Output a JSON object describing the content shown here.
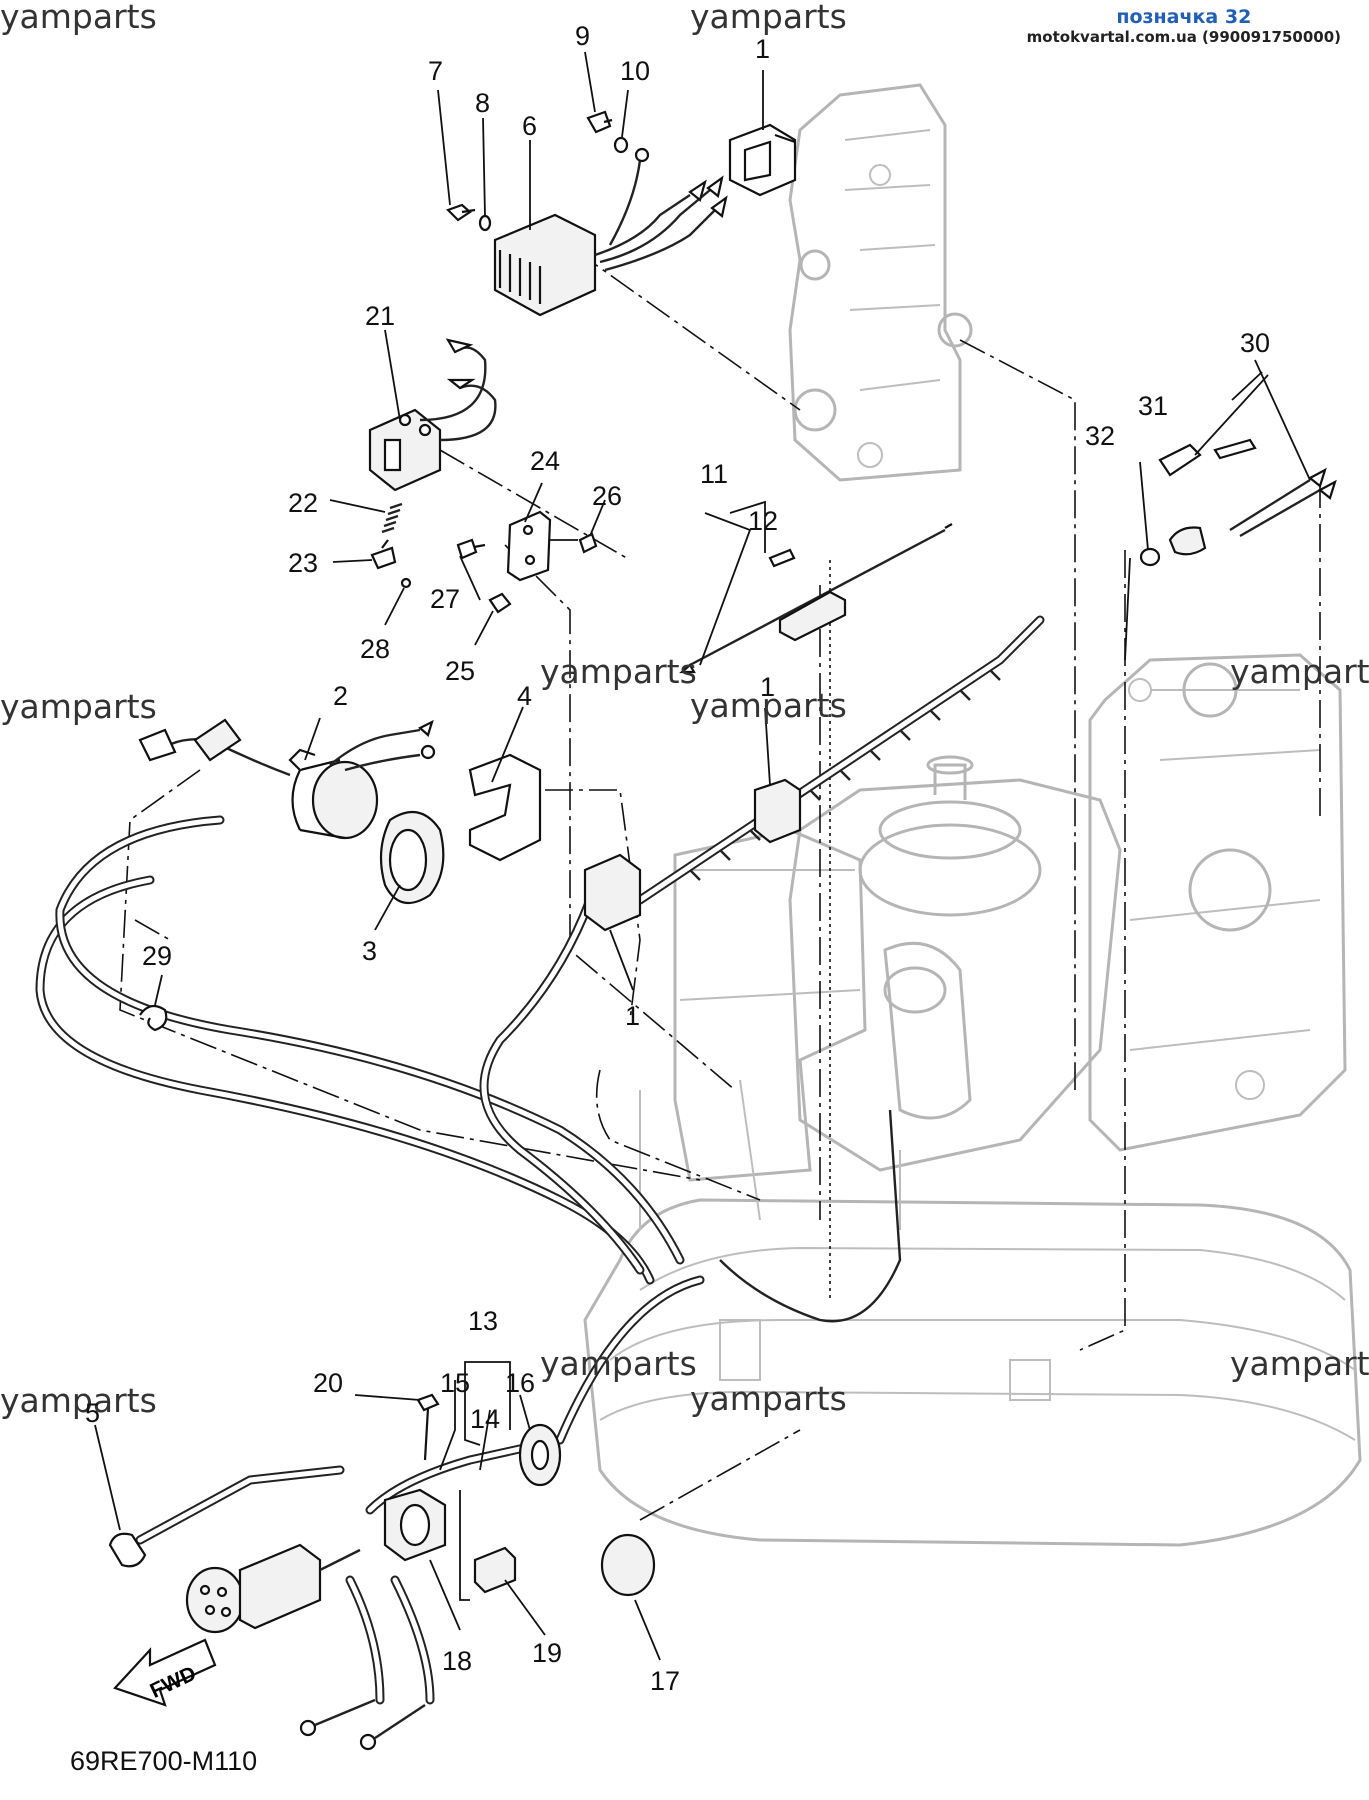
{
  "header": {
    "position_label": "позначка 32",
    "site_info": "motokvartal.com.ua (990091750000)"
  },
  "watermark": "yamparts",
  "diagram_code": "69RE700-M110",
  "fwd_label": "FWD",
  "callouts": [
    "1",
    "2",
    "3",
    "4",
    "5",
    "6",
    "7",
    "8",
    "9",
    "10",
    "11",
    "12",
    "13",
    "14",
    "15",
    "16",
    "17",
    "18",
    "19",
    "20",
    "21",
    "22",
    "23",
    "24",
    "25",
    "26",
    "27",
    "28",
    "29",
    "30",
    "31",
    "32"
  ]
}
